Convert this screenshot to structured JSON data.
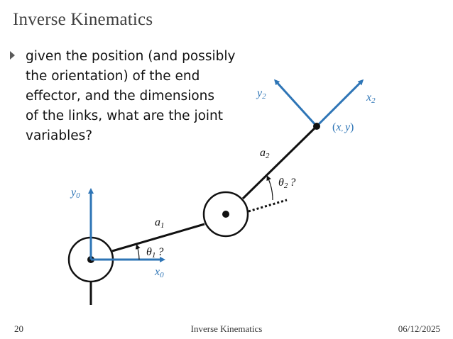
{
  "slide": {
    "title": "Inverse Kinematics",
    "bullet_lines": [
      "given the position (and possibly",
      "the orientation) of the end",
      "effector, and the dimensions",
      "of the links, what are the joint",
      "variables?"
    ]
  },
  "diagram": {
    "base_frame": {
      "y_label": "y",
      "y_sub": "0",
      "x_label": "x",
      "x_sub": "0"
    },
    "link1": {
      "label": "a",
      "sub": "1"
    },
    "link2": {
      "label": "a",
      "sub": "2"
    },
    "angle1": {
      "label": "θ",
      "sub": "1",
      "suffix": "?"
    },
    "angle2": {
      "label": "θ",
      "sub": "2",
      "suffix": "?"
    },
    "end_frame": {
      "y_label": "y",
      "y_sub": "2",
      "x_label": "x",
      "x_sub": "2"
    },
    "end_position": {
      "open": "(",
      "x": "x",
      "sep": ", ",
      "y": "y",
      "close": ")"
    },
    "colors": {
      "frame_axes": "#2e75b6",
      "links": "#111111"
    }
  },
  "footer": {
    "page_number": "20",
    "center_text": "Inverse Kinematics",
    "date": "06/12/2025"
  }
}
